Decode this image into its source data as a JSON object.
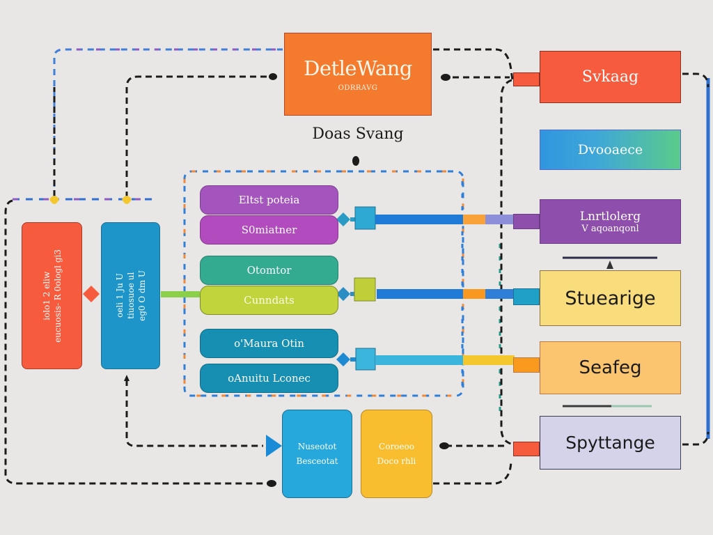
{
  "diagram": {
    "header": {
      "title": "DetleWang",
      "subtitle_small": "ODRRAVG",
      "caption": "Doas Svang"
    },
    "left_column": {
      "red_box": {
        "lines": [
          "iolo1 2 eliw",
          "eucuosis- R 0ologl gi3",
          ""
        ]
      },
      "blue_box": {
        "lines": [
          "oeli 1 Ju U",
          "tiuosuoe ul",
          "eg0 O dm U"
        ]
      }
    },
    "center_group": {
      "pills": [
        {
          "label": "Eltst poteia",
          "color": "#a455bd"
        },
        {
          "label": "S0miatner",
          "color": "#b24bbd"
        },
        {
          "label": "Otomtor",
          "color": "#33ab91"
        },
        {
          "label": "Cunndats",
          "color": "#c2d43c"
        },
        {
          "label": "o'Maura Otin",
          "color": "#168fb3"
        },
        {
          "label": "oAnuitu Lconec",
          "color": "#168fb3"
        }
      ]
    },
    "right_column": {
      "boxes": [
        {
          "label": "Svkaag",
          "color": "#f65b3e"
        },
        {
          "label": "Dvooaece",
          "color": "#3fa7d8"
        },
        {
          "label": "Lnrtlolerg",
          "label2": "V aqoanqonl",
          "color": "#8e4eab"
        },
        {
          "label": "Stuearige",
          "color": "#f9dd7c"
        },
        {
          "label": "Seafeg",
          "color": "#fbc570"
        },
        {
          "label": "Spyttange",
          "color": "#d4d3ea"
        }
      ]
    },
    "bottom_boxes": [
      {
        "lines": [
          "Nuseotot",
          "Besceotat"
        ],
        "color": "#26a8dc"
      },
      {
        "lines": [
          "Coroeoo",
          "Doco rhli"
        ],
        "color": "#f8be2f"
      }
    ],
    "connector_colors": {
      "dashed_black": "#1b1b1b",
      "bus_blue": "#2f7fd8",
      "orange_segment": "#f9a23a",
      "lavender_segment": "#8d90d9",
      "yellow_segment": "#f4c72f",
      "cyan_segment": "#3cb5dc",
      "green_link": "#8bcf4a",
      "right_rail": "#2e6fcf"
    }
  }
}
